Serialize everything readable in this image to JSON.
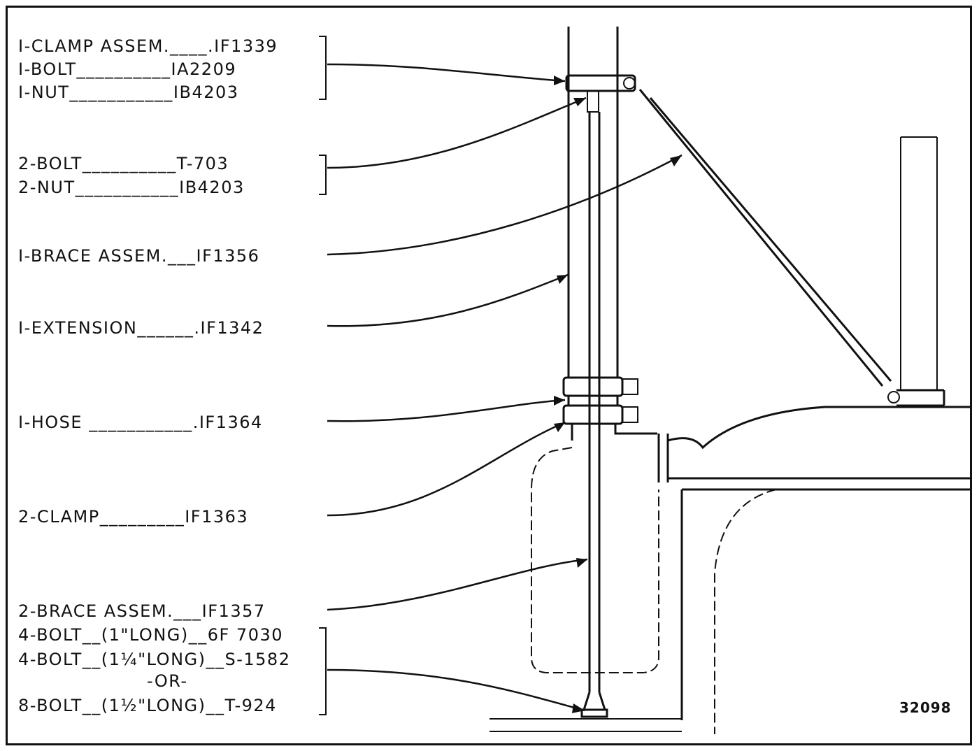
{
  "labels": [
    "I-CLAMP ASSEM.____.IF1339",
    "I-BOLT__________IA2209",
    "I-NUT___________IB4203",
    "2-BOLT__________T-703",
    "2-NUT___________IB4203",
    "I-BRACE ASSEM.___IF1356",
    "I-EXTENSION______.IF1342",
    "I-HOSE ___________.IF1364",
    "2-CLAMP_________IF1363",
    "2-BRACE ASSEM.___IF1357",
    "4-BOLT__(1\"LONG)__6F 7030",
    "4-BOLT__(1¼\"LONG)__S-1582",
    "-OR-",
    "8-BOLT__(1½\"LONG)__T-924"
  ],
  "figure_number": "32098"
}
